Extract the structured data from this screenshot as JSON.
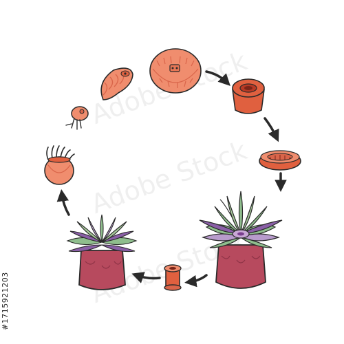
{
  "watermark": {
    "text": "Adobe Stock",
    "id": "#1715921203"
  },
  "diagram": {
    "stages": [
      {
        "id": "planula-disc",
        "icon": "planula-disc-icon"
      },
      {
        "id": "polyp-column-small",
        "icon": "polyp-column-icon"
      },
      {
        "id": "polyp-disc-flat",
        "icon": "flat-disc-icon"
      },
      {
        "id": "adult-anemone-large",
        "icon": "sea-anemone-icon"
      },
      {
        "id": "juvenile-column",
        "icon": "small-column-icon"
      },
      {
        "id": "adult-anemone-left",
        "icon": "sea-anemone-icon"
      },
      {
        "id": "juvenile-tentacled",
        "icon": "tentacled-juvenile-icon"
      },
      {
        "id": "larva-small",
        "icon": "small-larva-icon"
      },
      {
        "id": "larva-elongated",
        "icon": "elongated-larva-icon"
      }
    ],
    "arrow_direction": "clockwise",
    "colors": {
      "salmon": "#f08d6e",
      "salmon_dark": "#d9654a",
      "column": "#b74a5e",
      "column_dark": "#8e3346",
      "tentacle_green": "#8fbe8d",
      "tentacle_purple": "#8a5fa7",
      "outline": "#2a2a2a",
      "arrow": "#2a2a2a"
    }
  }
}
